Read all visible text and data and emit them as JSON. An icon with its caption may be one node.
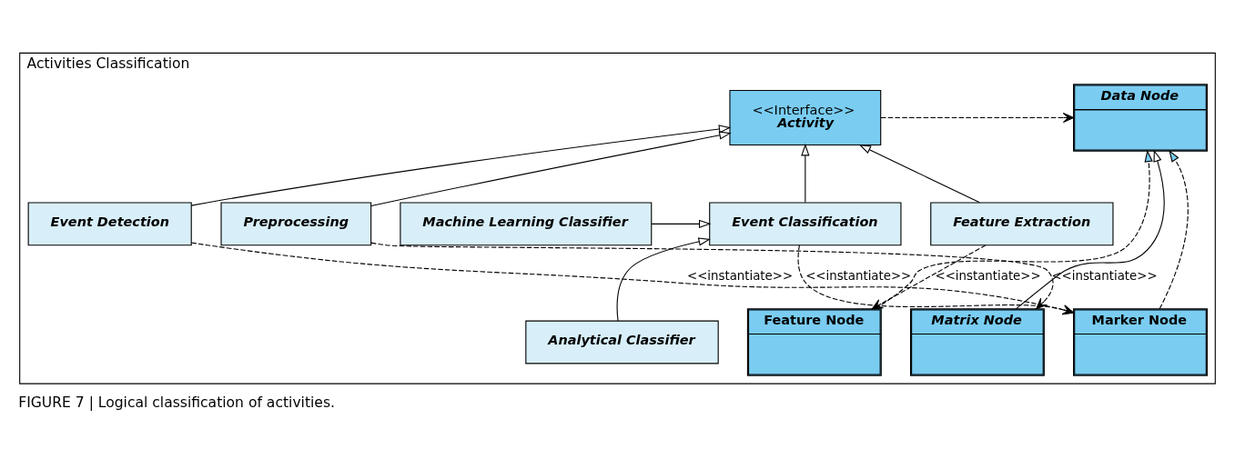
{
  "diagram": {
    "caption": "FIGURE 7 | Logical classification of activities.",
    "nodes": [
      {
        "text": [
          "Activities Classification"
        ]
      },
      {
        "text": [
          "<<Interface>>",
          "Activity"
        ],
        "in": 0
      },
      {
        "text": [
          "Data Node"
        ],
        "in": 0
      },
      {
        "text": [
          "Preprocessing"
        ],
        "in": 0
      },
      {
        "text": [
          "Feature Extraction"
        ],
        "in": 0
      },
      {
        "text": [
          "Event Detection"
        ],
        "in": 0
      },
      {
        "text": [
          "Event Classification"
        ],
        "in": 0
      },
      {
        "text": [
          "Machine Learning Classifier"
        ],
        "in": 0
      },
      {
        "text": [
          "Matrix Node"
        ],
        "in": 0
      },
      {
        "text": [
          "Feature Node"
        ],
        "in": 0
      },
      {
        "text": [
          "Marker Node"
        ],
        "in": 0
      },
      {
        "text": [
          "Analytical Classifier"
        ],
        "in": 0
      }
    ],
    "edges": [
      {
        "from": 1,
        "to": 2,
        "arrow": "to",
        "style": "dashed"
      },
      {
        "from": 3,
        "to": 1,
        "arrow": "to"
      },
      {
        "from": 4,
        "to": 1,
        "arrow": "to"
      },
      {
        "from": 5,
        "to": 1,
        "arrow": "to"
      },
      {
        "from": 6,
        "to": 1,
        "arrow": "to"
      },
      {
        "from": 8,
        "to": 2,
        "arrow": "to"
      },
      {
        "from": 9,
        "to": 2,
        "arrow": "to",
        "style": "dashed"
      },
      {
        "from": 10,
        "to": 2,
        "arrow": "to",
        "style": "dashed"
      },
      {
        "from": 3,
        "to": 8,
        "arrow": "to",
        "style": "dashed",
        "label": "<<instantiate>>"
      },
      {
        "from": 4,
        "to": 9,
        "arrow": "to",
        "style": "dashed",
        "label": "<<instantiate>>"
      },
      {
        "from": 5,
        "to": 10,
        "arrow": "to",
        "style": "dashed",
        "label": "<<instantiate>>"
      },
      {
        "from": 6,
        "to": 10,
        "arrow": "to",
        "style": "dashed",
        "label": "<<instantiate>>"
      },
      {
        "from": 7,
        "to": 6,
        "arrow": "to"
      },
      {
        "from": 11,
        "to": 6,
        "arrow": "to"
      }
    ]
  }
}
